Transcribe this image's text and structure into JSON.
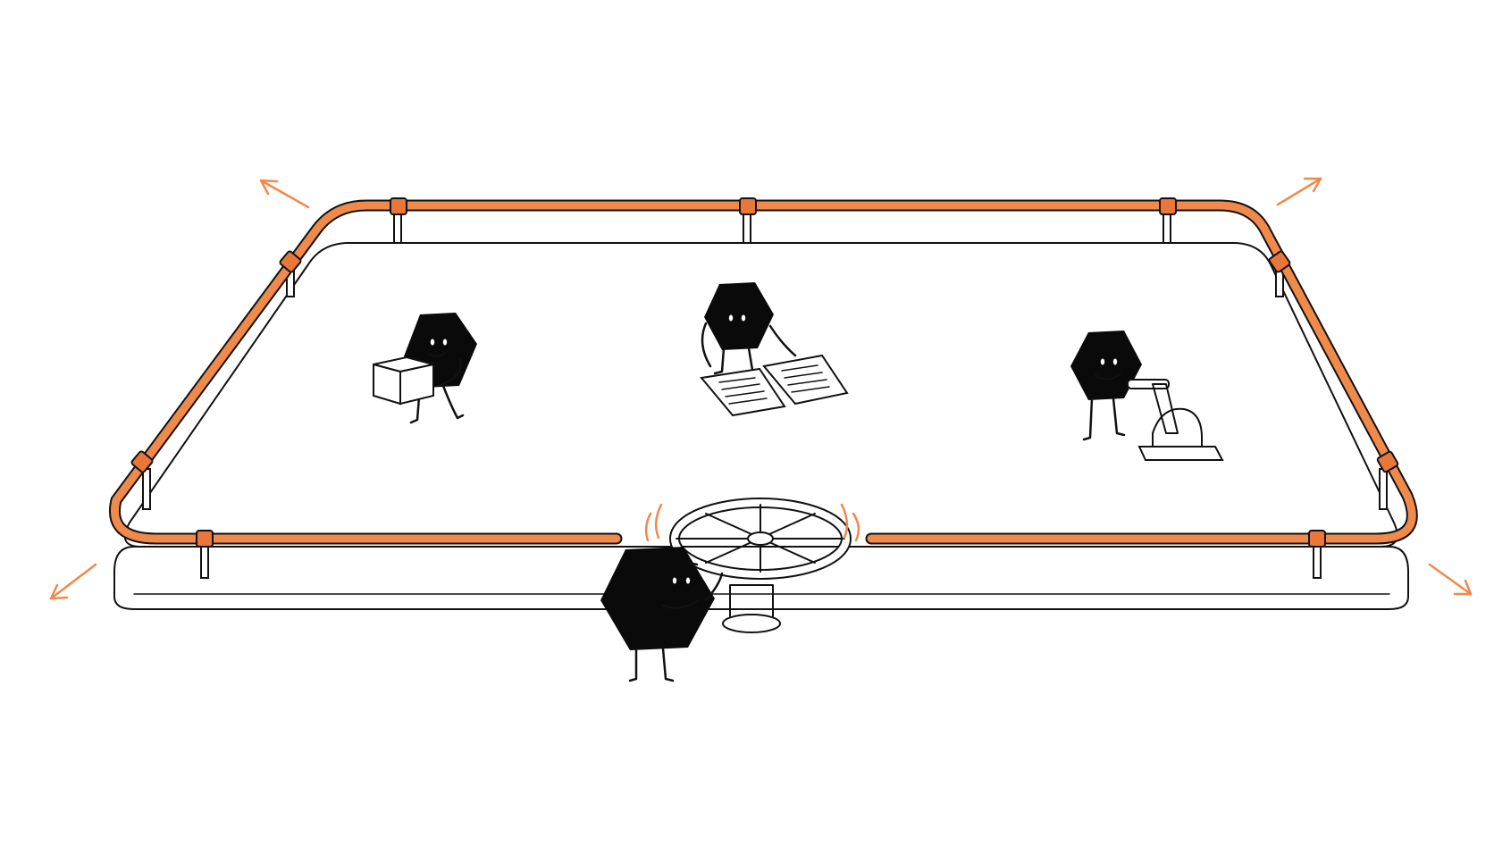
{
  "colors": {
    "accent": "#F08A4B",
    "ink": "#111111",
    "character": "#0a0a0a",
    "background": "#ffffff"
  },
  "scene": {
    "platform": "rounded-rectangle-platform",
    "rail": "orange-guard-rail",
    "characters": [
      {
        "role": "carrying-box",
        "prop": "box"
      },
      {
        "role": "reading-papers",
        "prop": "two-documents"
      },
      {
        "role": "pulling-lever",
        "prop": "lever"
      },
      {
        "role": "turning-wheel",
        "prop": "steering-wheel"
      }
    ],
    "arrows": [
      "top-left",
      "top-right",
      "bottom-left",
      "bottom-right"
    ]
  }
}
